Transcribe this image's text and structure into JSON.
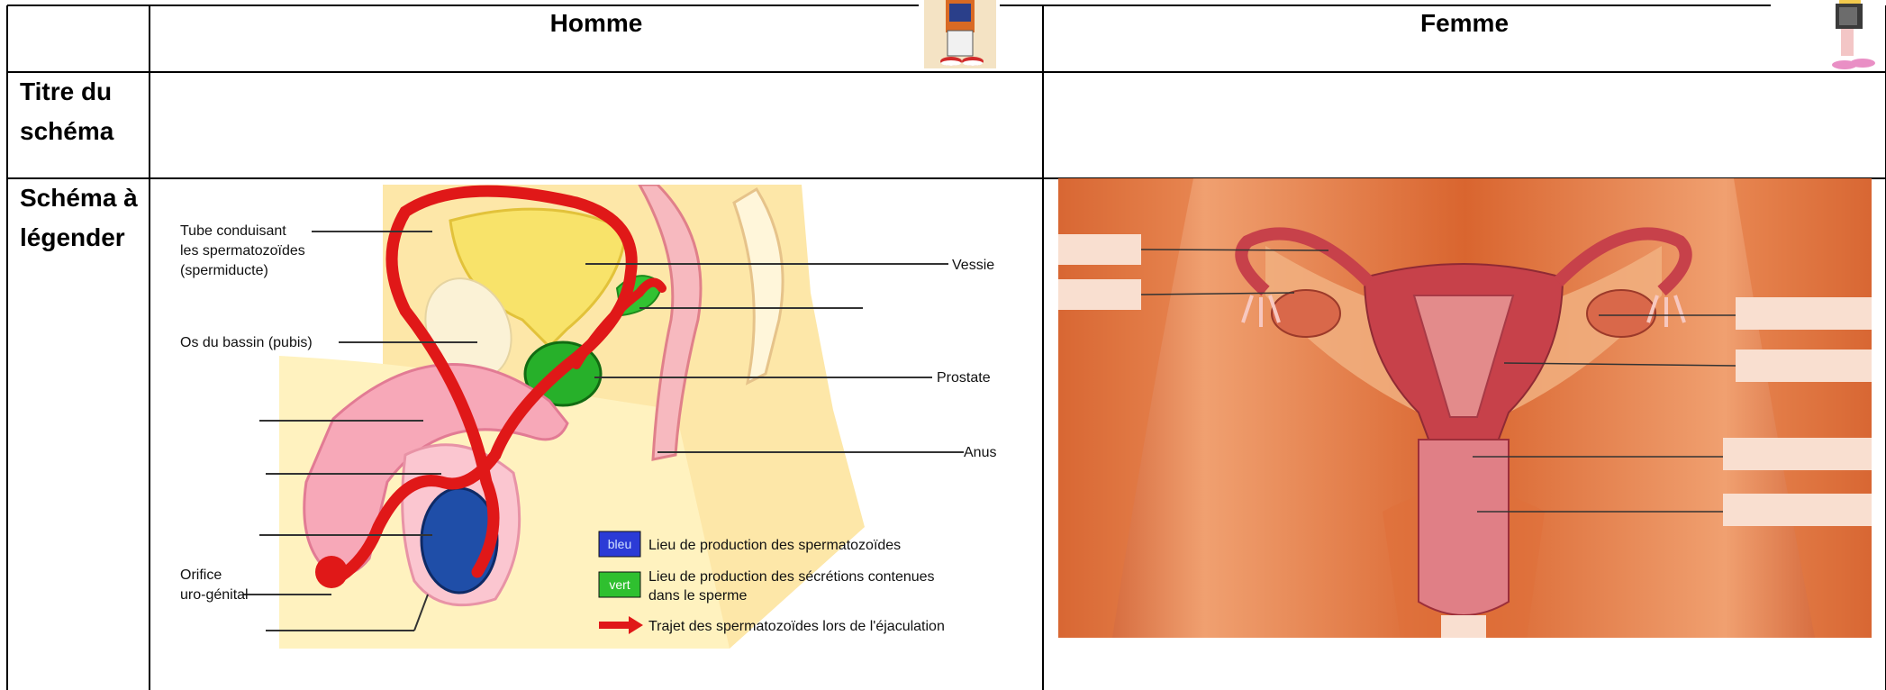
{
  "table": {
    "header": {
      "col_male": "Homme",
      "col_female": "Femme"
    },
    "rows": [
      {
        "label_line1": "Titre du",
        "label_line2": "schéma"
      },
      {
        "label_line1": "Schéma à",
        "label_line2": "légender"
      }
    ]
  },
  "male_diagram": {
    "labels": {
      "tube": [
        "Tube conduisant",
        "les spermatozoïdes",
        "(spermiducte)"
      ],
      "pubis": "Os du bassin (pubis)",
      "orifice": [
        "Orifice",
        "uro-génital"
      ],
      "vessie": "Vessie",
      "prostate": "Prostate",
      "anus": "Anus"
    },
    "legend": [
      {
        "swatch": "bleu",
        "text": "Lieu de production des spermatozoïdes",
        "color": "#2b3bd6"
      },
      {
        "swatch": "vert",
        "text_line1": "Lieu de production des sécrétions contenues",
        "text_line2": "dans le sperme",
        "color": "#2fc02f"
      },
      {
        "swatch": "arrow",
        "text": "Trajet des spermatozoïdes lors de l'éjaculation",
        "color": "#e01818"
      }
    ]
  },
  "colors": {
    "border": "#000000",
    "female_bg": "#d9652f",
    "label_box": "#f9dfd0",
    "sperm_path": "#e01818"
  }
}
